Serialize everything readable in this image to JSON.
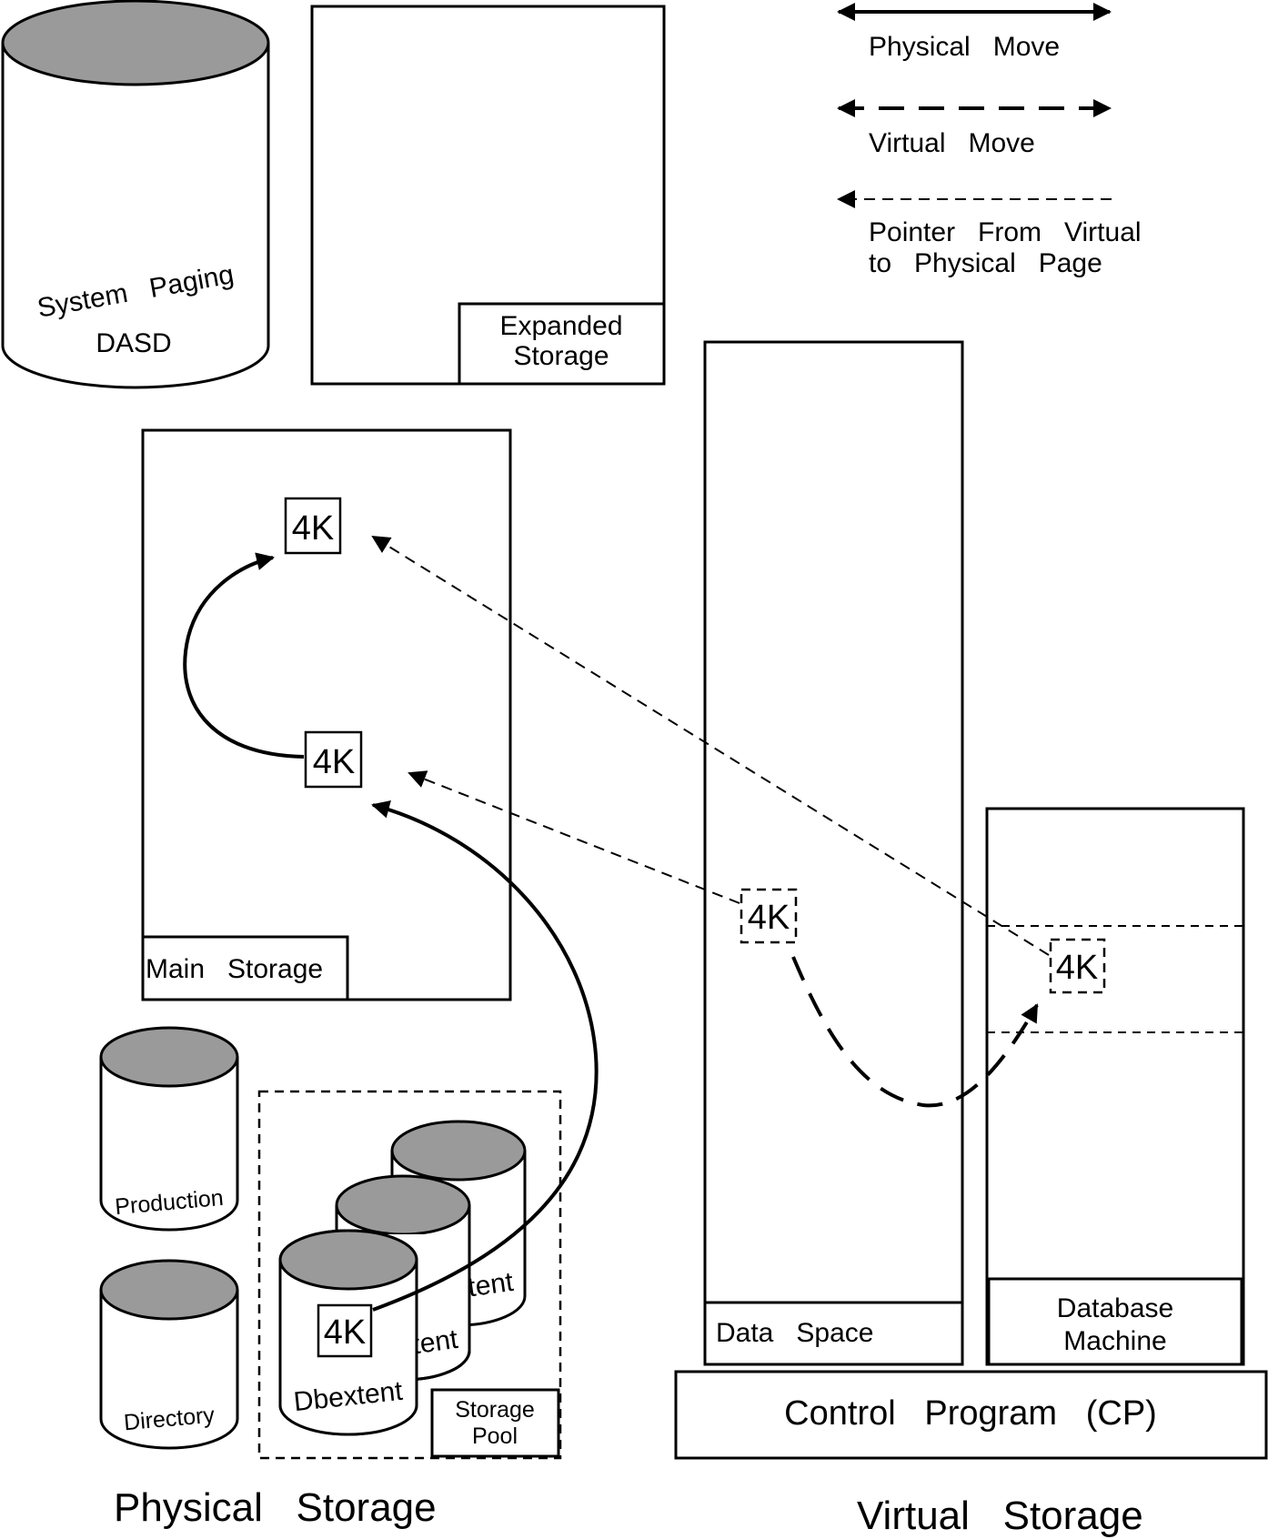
{
  "colors": {
    "line": "#000000",
    "background": "#ffffff",
    "cylinder_top": "#9a9a9a"
  },
  "legend": {
    "physical_move": "Physical   Move",
    "virtual_move": "Virtual   Move",
    "pointer_line1": "Pointer   From   Virtual",
    "pointer_line2": "to   Physical   Page"
  },
  "system_paging": {
    "line1": "System   Paging",
    "line2": "DASD"
  },
  "expanded_storage": {
    "line1": "Expanded",
    "line2": "Storage"
  },
  "main_storage": {
    "label": "Main   Storage",
    "page_top": "4K",
    "page_mid": "4K"
  },
  "minidisks": {
    "production": "Production",
    "directory": "Directory"
  },
  "storage_pool": {
    "line1": "Storage",
    "line2": "Pool",
    "back_disk": "Dbextent",
    "middle_disk": "Dbextent",
    "front_disk": "Dbextent",
    "page": "4K"
  },
  "data_space": {
    "label": "Data   Space",
    "page": "4K"
  },
  "database_machine": {
    "line1": "Database",
    "line2": "Machine",
    "page": "4K"
  },
  "control_program": "Control   Program   (CP)",
  "sections": {
    "physical": "Physical   Storage",
    "virtual": "Virtual   Storage"
  }
}
